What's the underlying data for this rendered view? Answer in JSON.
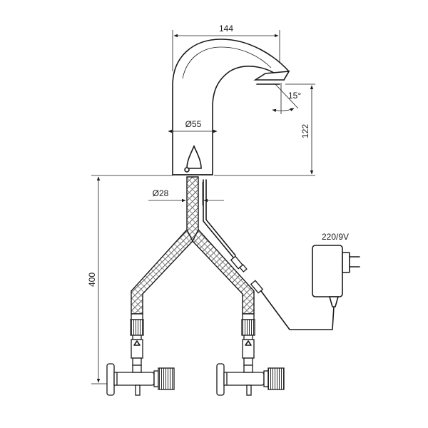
{
  "dimensions": {
    "width_top": "144",
    "angle": "15°",
    "diameter_body": "Ø55",
    "height_spout": "122",
    "diameter_hose": "Ø28",
    "height_total": "400"
  },
  "power_supply": {
    "label": "220/9V"
  }
}
